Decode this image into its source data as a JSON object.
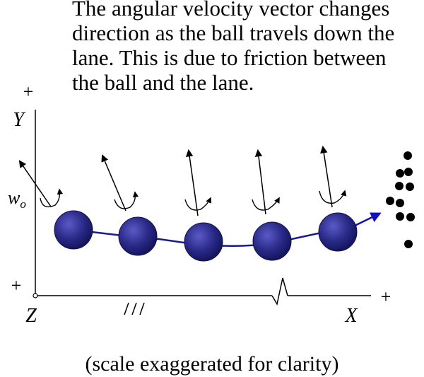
{
  "caption": "The angular velocity vector changes direction as the ball travels down the lane. This is due to friction between the ball and the lane.",
  "footer": "(scale exaggerated for clarity)",
  "axes": {
    "y_label": "Y",
    "x_label": "X",
    "z_label": "Z",
    "y_plus": "+",
    "z_plus": "+",
    "x_plus": "+"
  },
  "omega_label": {
    "main": "w",
    "sub": "o"
  },
  "colors": {
    "ball": "#2a2a88",
    "ball_highlight": "#5050c0",
    "path": "#1a1a90",
    "velocity_arrow": "#1010c0",
    "ink": "#000000"
  },
  "ball_count": 5,
  "pin_count": 10
}
